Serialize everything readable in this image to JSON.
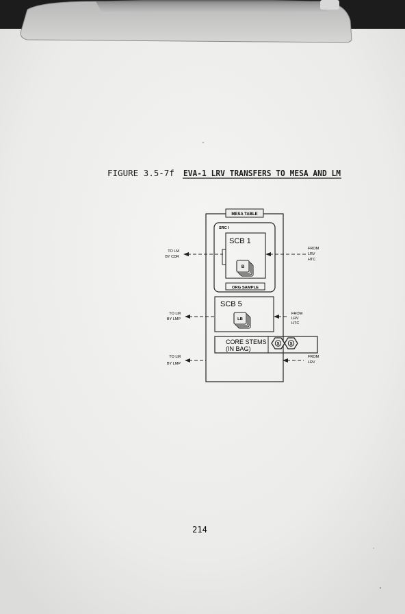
{
  "figure": {
    "number": "FIGURE 3.5-7f",
    "title": "EVA-1 LRV TRANSFERS TO MESA AND LM"
  },
  "diagram": {
    "mesa_table_label": "MESA TABLE",
    "src_label": "SRC I",
    "scb1_label": "SCB 1",
    "scb1_bag_letter": "B",
    "org_sample_label": "ORG SAMPLE",
    "scb5_label": "SCB 5",
    "scb5_bag_letter": "LB",
    "core_stems_line1": "CORE STEMS",
    "core_stems_line2": "(IN BAG)",
    "core_stem_glyph": "S",
    "left_labels": [
      {
        "line1": "TO LM",
        "line2": "BY CDR"
      },
      {
        "line1": "TO LM",
        "line2": "BY LMP"
      },
      {
        "line1": "TO LM",
        "line2": "BY LMP"
      }
    ],
    "right_labels": [
      {
        "line1": "FROM",
        "line2": "LRV",
        "line3": "HTC"
      },
      {
        "line1": "FROM",
        "line2": "LRV",
        "line3": "HTC"
      },
      {
        "line1": "FROM",
        "line2": "LRV",
        "line3": ""
      }
    ]
  },
  "page_number": "214"
}
